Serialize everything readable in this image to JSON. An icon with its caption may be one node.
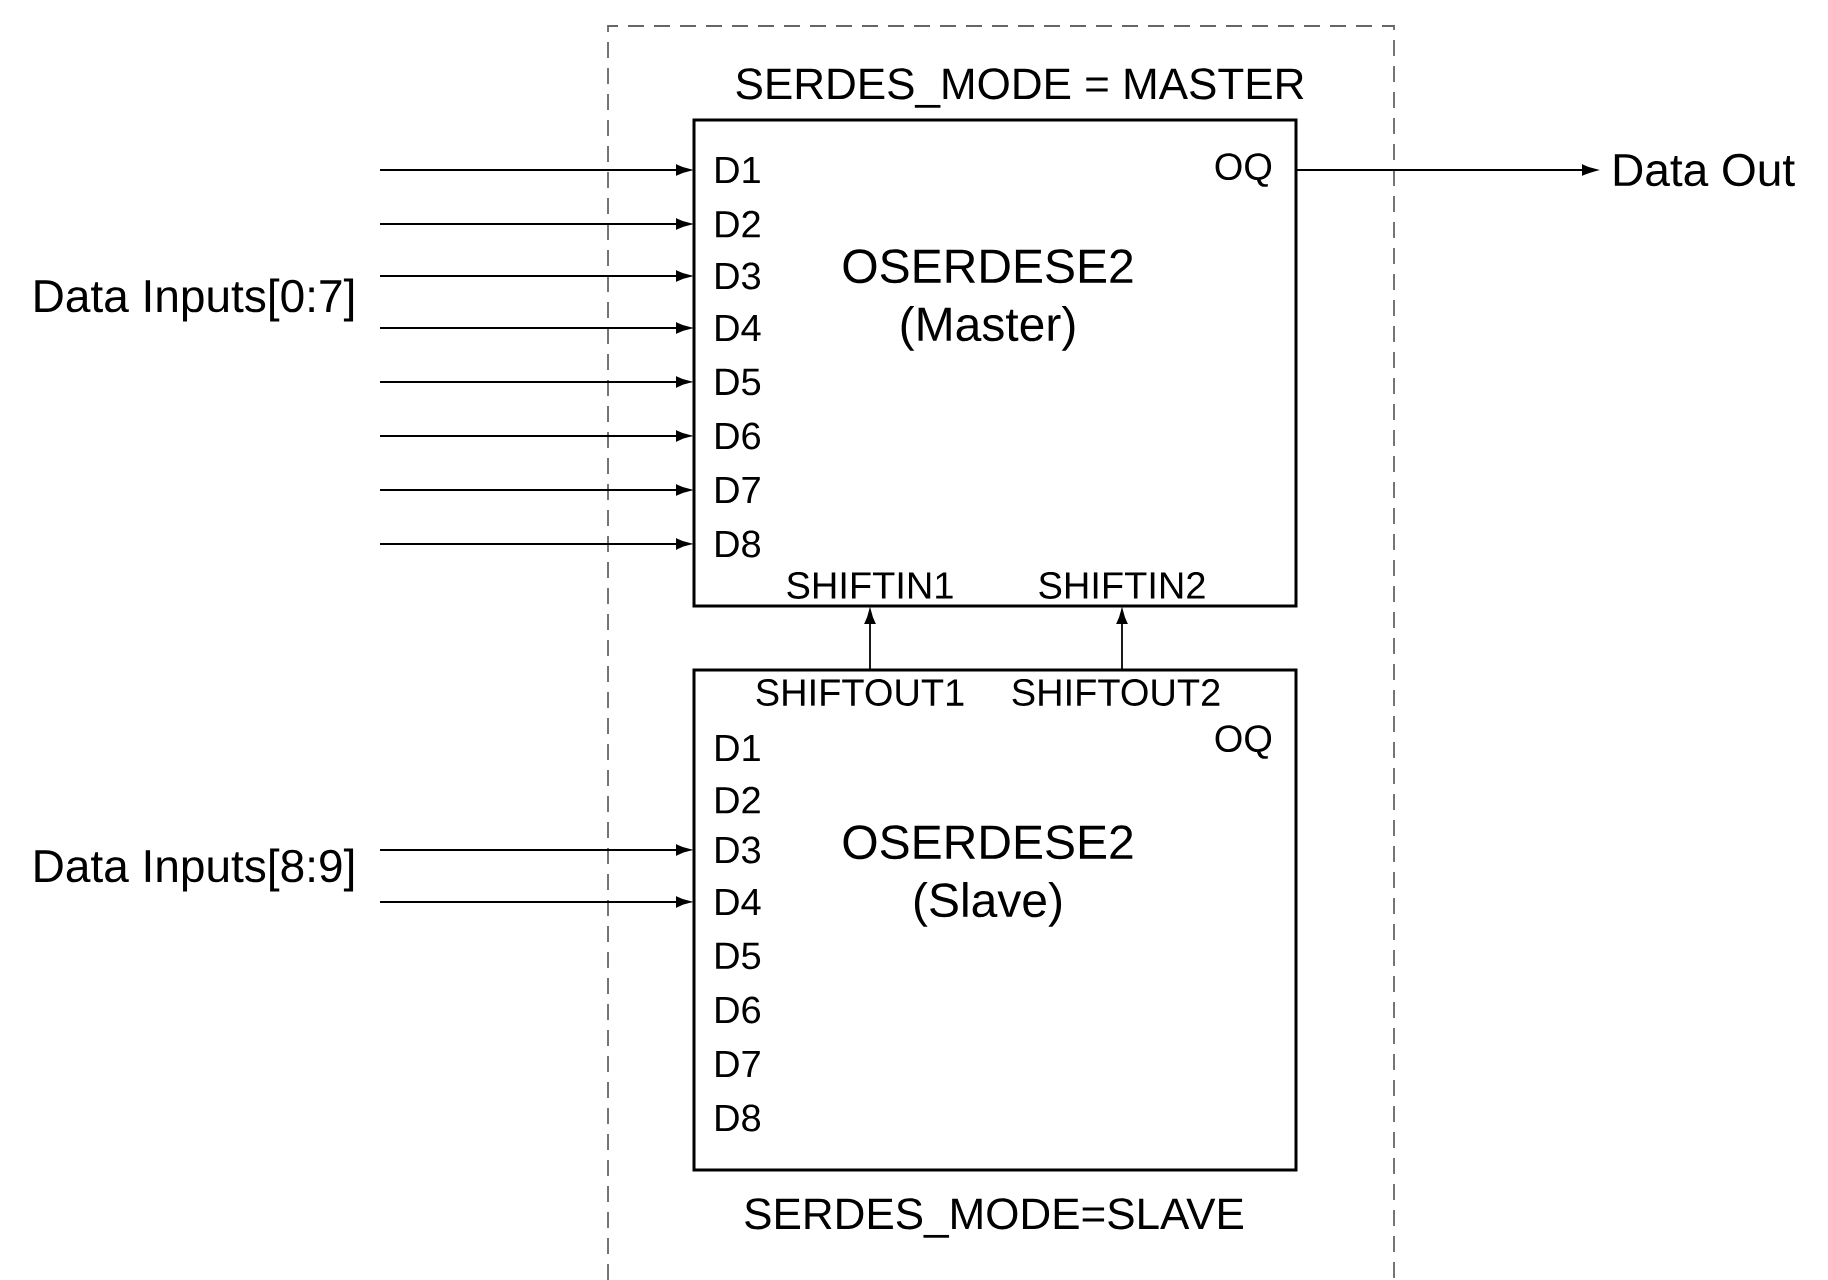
{
  "diagram": {
    "nodes": [
      {
        "text": [
          "SERDES_MODE = MASTER",
          "SERDES_MODE=SLAVE"
        ]
      },
      {
        "text": [
          "OSERDESE2 (Master)"
        ],
        "in": 0
      },
      {
        "text": [
          "D1"
        ],
        "in": 1
      },
      {
        "text": [
          "D2"
        ],
        "in": 1
      },
      {
        "text": [
          "D3"
        ],
        "in": 1
      },
      {
        "text": [
          "D4"
        ],
        "in": 1
      },
      {
        "text": [
          "D5"
        ],
        "in": 1
      },
      {
        "text": [
          "D6"
        ],
        "in": 1
      },
      {
        "text": [
          "D7"
        ],
        "in": 1
      },
      {
        "text": [
          "D8"
        ],
        "in": 1
      },
      {
        "text": [
          "OQ"
        ],
        "in": 1
      },
      {
        "text": [
          "SHIFTIN1"
        ],
        "in": 1
      },
      {
        "text": [
          "SHIFTIN2"
        ],
        "in": 1
      },
      {
        "text": [
          "OSERDESE2 (Slave)"
        ],
        "in": 0
      },
      {
        "text": [
          "SHIFTOUT1"
        ],
        "in": 13
      },
      {
        "text": [
          "SHIFTOUT2"
        ],
        "in": 13
      },
      {
        "text": [
          "D1"
        ],
        "in": 13
      },
      {
        "text": [
          "D2"
        ],
        "in": 13
      },
      {
        "text": [
          "D3"
        ],
        "in": 13
      },
      {
        "text": [
          "D4"
        ],
        "in": 13
      },
      {
        "text": [
          "D5"
        ],
        "in": 13
      },
      {
        "text": [
          "D6"
        ],
        "in": 13
      },
      {
        "text": [
          "D7"
        ],
        "in": 13
      },
      {
        "text": [
          "D8"
        ],
        "in": 13
      },
      {
        "text": [
          "OQ"
        ],
        "in": 13
      },
      {
        "text": [
          "Data Out"
        ]
      }
    ],
    "edges": [
      {
        "from": null,
        "to": 2,
        "arrow": "to"
      },
      {
        "from": null,
        "to": 3,
        "arrow": "to"
      },
      {
        "from": null,
        "to": 4,
        "arrow": "to"
      },
      {
        "from": null,
        "to": 5,
        "arrow": "to"
      },
      {
        "from": null,
        "to": 6,
        "arrow": "to"
      },
      {
        "from": null,
        "to": 7,
        "arrow": "to"
      },
      {
        "from": null,
        "to": 8,
        "arrow": "to"
      },
      {
        "from": null,
        "to": 9,
        "arrow": "to"
      },
      {
        "from": 10,
        "to": 25,
        "arrow": "to"
      },
      {
        "from": 14,
        "to": 11,
        "arrow": "to"
      },
      {
        "from": 15,
        "to": 12,
        "arrow": "to"
      },
      {
        "from": null,
        "to": 18,
        "arrow": "to"
      },
      {
        "from": null,
        "to": 19,
        "arrow": "to"
      }
    ],
    "labels": [
      "Data Inputs[0:7]",
      "Data Inputs[8:9]"
    ]
  }
}
